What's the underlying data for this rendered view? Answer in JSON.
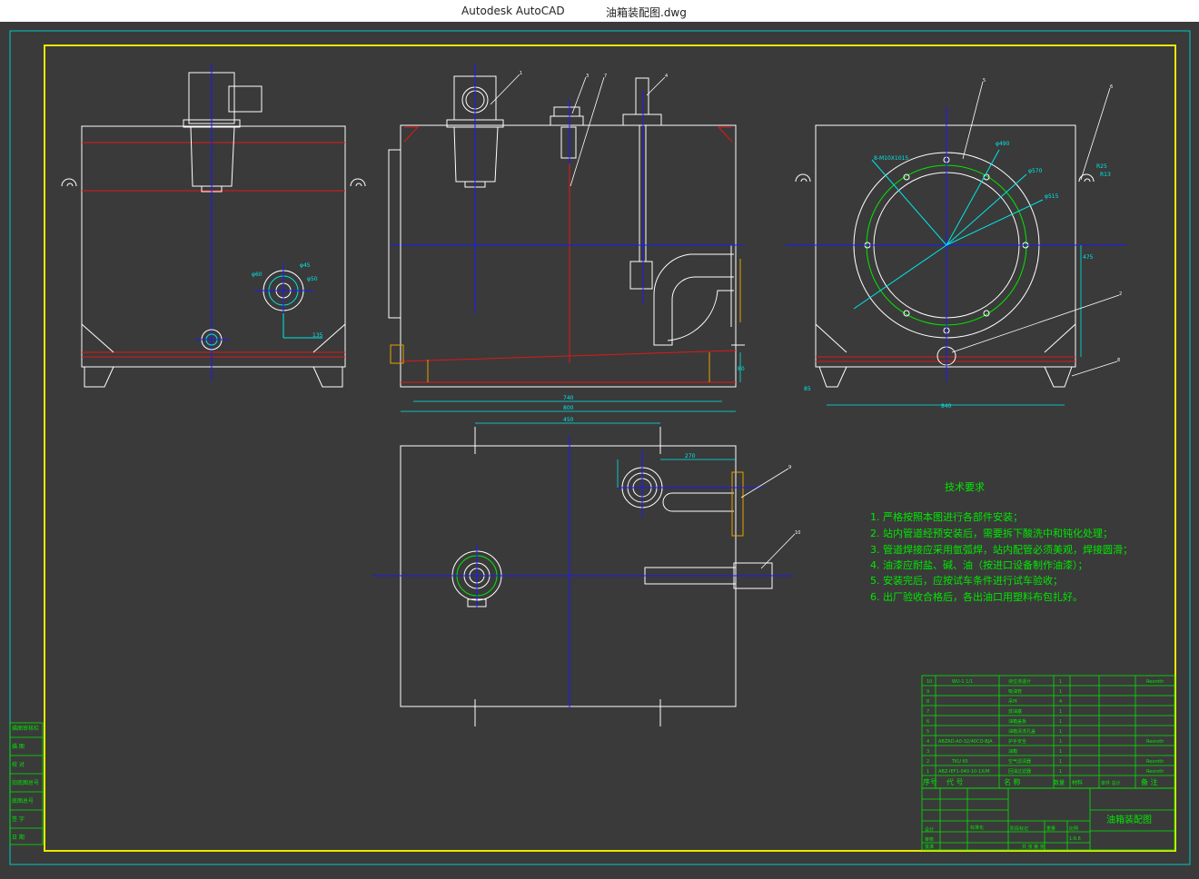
{
  "window": {
    "app_name": "Autodesk AutoCAD",
    "file_name": "油箱装配图.dwg"
  },
  "drawing": {
    "colors": {
      "background": "#3a3a3a",
      "frame": "#00c8c8",
      "border": "#e8e800",
      "outline": "#ffffff",
      "centerline": "#1a1aff",
      "section": "#e01818",
      "dimension": "#00e8e8",
      "green": "#00e800"
    },
    "tech_requirements": {
      "title": "技术要求",
      "items": [
        "1. 严格按照本图进行各部件安装；",
        "2. 站内管道经预安装后，需要拆下酸洗中和钝化处理；",
        "3. 管道焊接应采用氩弧焊，站内配管必须美观，焊接圆滑；",
        "4. 油漆应耐盐、碱、油（按进口设备制作油漆）；",
        "5. 安装完后，应按试车条件进行试车验收；",
        "6. 出厂验收合格后，各出油口用塑料布包扎好。"
      ]
    },
    "dimensions": {
      "d740": "740",
      "d800": "800",
      "d450": "450",
      "d840": "840",
      "d270": "270",
      "d135": "135",
      "d80": "80",
      "d475": "475",
      "d85": "85",
      "phi490": "φ490",
      "phi570": "φ570",
      "phi515": "φ515",
      "r25": "R25",
      "r13": "R13",
      "bolt_note": "8-M10X1015",
      "phi60": "φ60",
      "phi45": "φ45",
      "phi50": "φ50"
    },
    "parts_header": {
      "seq": "序号",
      "code": "代 号",
      "name": "名 称",
      "qty": "数量",
      "material": "材料",
      "weight": "单件 总计",
      "note": "备 注"
    },
    "parts": [
      {
        "no": "10",
        "code": "WU-1 1/1",
        "name": "液位液温计",
        "qty": "1",
        "note": "Rexroth"
      },
      {
        "no": "9",
        "code": "",
        "name": "吸油管",
        "qty": "1",
        "note": ""
      },
      {
        "no": "8",
        "code": "",
        "name": "吊环",
        "qty": "4",
        "note": ""
      },
      {
        "no": "7",
        "code": "",
        "name": "放油塞",
        "qty": "1",
        "note": ""
      },
      {
        "no": "6",
        "code": "",
        "name": "油箱盖板",
        "qty": "1",
        "note": ""
      },
      {
        "no": "5",
        "code": "",
        "name": "油箱清洗孔盖",
        "qty": "1",
        "note": ""
      },
      {
        "no": "4",
        "code": "ABZRD-A0-32/40CO-BJA",
        "name": "护手安全",
        "qty": "1",
        "note": "Rexroth"
      },
      {
        "no": "3",
        "code": "",
        "name": "油箱",
        "qty": "1",
        "note": ""
      },
      {
        "no": "2",
        "code": "TKU 65",
        "name": "空气滤清器",
        "qty": "1",
        "note": "Rexroth"
      },
      {
        "no": "1",
        "code": "ABZ-IEF1-040-10-1X/M",
        "name": "回油过滤器",
        "qty": "1",
        "note": "Rexroth"
      }
    ],
    "title_block": {
      "drawing_name": "油箱装配图",
      "design": "设计",
      "std": "标准化",
      "check": "审核",
      "approve": "批准",
      "scale_label": "比例",
      "scale": "1:6.6",
      "stage": "阶段标记",
      "weight": "重量",
      "sheet": "共 张 第 张"
    },
    "left_stamp": [
      "描图审核栏",
      "描 图",
      "校 对",
      "旧底图总号",
      "底图总号",
      "签 字",
      "日 期"
    ],
    "balloons": [
      "1",
      "2",
      "3",
      "4",
      "5",
      "6",
      "7",
      "8",
      "9",
      "10"
    ]
  }
}
